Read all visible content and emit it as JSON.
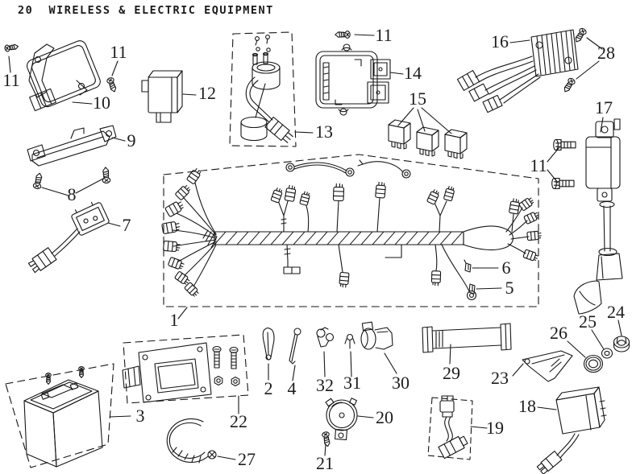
{
  "title": "20  WIRELESS & ELECTRIC EQUIPMENT",
  "labels": {
    "p1": "1",
    "p2": "2",
    "p3": "3",
    "p4": "4",
    "p5": "5",
    "p6": "6",
    "p7": "7",
    "p8": "8",
    "p9": "9",
    "p10": "10",
    "p11": "11",
    "p12": "12",
    "p13": "13",
    "p14": "14",
    "p15": "15",
    "p16": "16",
    "p17": "17",
    "p18": "18",
    "p19": "19",
    "p20": "20",
    "p21": "21",
    "p22": "22",
    "p23": "23",
    "p24": "24",
    "p25": "25",
    "p26": "26",
    "p27": "27",
    "p28": "28",
    "p29": "29",
    "p30": "30",
    "p31": "31",
    "p32": "32"
  }
}
